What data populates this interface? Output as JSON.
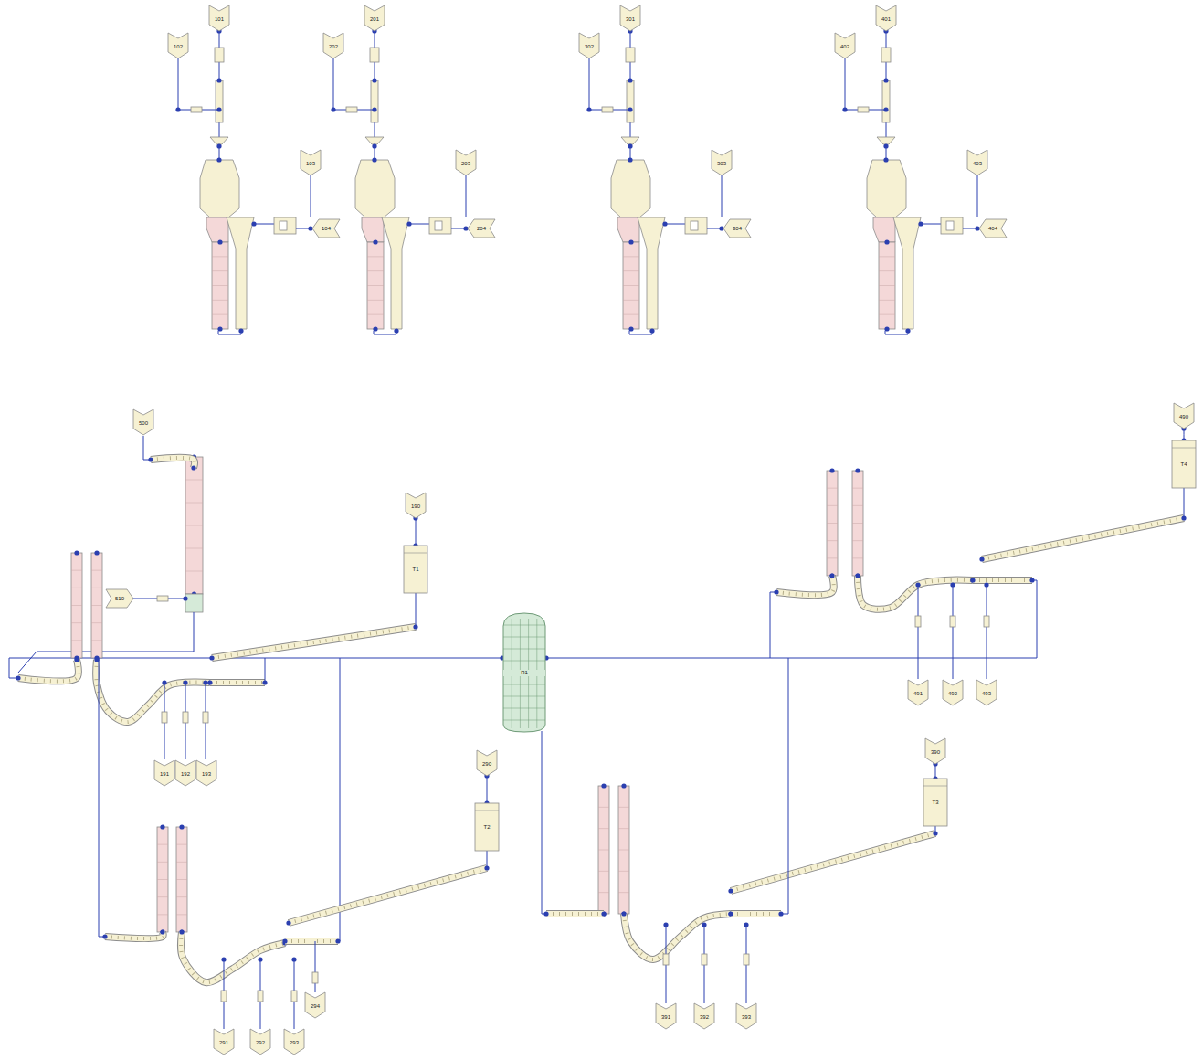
{
  "diagram": {
    "nodes": [
      {
        "text": [
          "101"
        ]
      },
      {
        "text": [
          "102"
        ]
      },
      {
        "text": [
          "201"
        ]
      },
      {
        "text": [
          "202"
        ]
      },
      {
        "text": [
          "301"
        ]
      },
      {
        "text": [
          "302"
        ]
      },
      {
        "text": [
          "401"
        ]
      },
      {
        "text": [
          "402"
        ]
      },
      {
        "text": [
          "103"
        ]
      },
      {
        "text": [
          "203"
        ]
      },
      {
        "text": [
          "303"
        ]
      },
      {
        "text": [
          "403"
        ]
      },
      {
        "text": [
          "104"
        ]
      },
      {
        "text": [
          "204"
        ]
      },
      {
        "text": [
          "304"
        ]
      },
      {
        "text": [
          "404"
        ]
      },
      {
        "text": [
          "500"
        ]
      },
      {
        "text": [
          "490"
        ]
      },
      {
        "text": [
          "T4"
        ]
      },
      {
        "text": [
          "190"
        ]
      },
      {
        "text": [
          "T1"
        ]
      },
      {
        "text": [
          "510"
        ]
      },
      {
        "text": [
          "R1"
        ]
      },
      {
        "text": [
          "491"
        ]
      },
      {
        "text": [
          "492"
        ]
      },
      {
        "text": [
          "493"
        ]
      },
      {
        "text": [
          "290"
        ]
      },
      {
        "text": [
          "T2"
        ]
      },
      {
        "text": [
          "191"
        ]
      },
      {
        "text": [
          "192"
        ]
      },
      {
        "text": [
          "193"
        ]
      },
      {
        "text": [
          "390"
        ]
      },
      {
        "text": [
          "T3"
        ]
      },
      {
        "text": [
          "294"
        ]
      },
      {
        "text": [
          "391"
        ]
      },
      {
        "text": [
          "392"
        ]
      },
      {
        "text": [
          "393"
        ]
      },
      {
        "text": [
          "291"
        ]
      },
      {
        "text": [
          "292"
        ]
      },
      {
        "text": [
          "293"
        ]
      }
    ],
    "edges": [
      {
        "from": 17,
        "to": 18,
        "arrow": "none"
      },
      {
        "from": 19,
        "to": 20,
        "arrow": "none"
      },
      {
        "from": 26,
        "to": 27,
        "arrow": "none"
      },
      {
        "from": 31,
        "to": 32,
        "arrow": "none"
      }
    ]
  }
}
